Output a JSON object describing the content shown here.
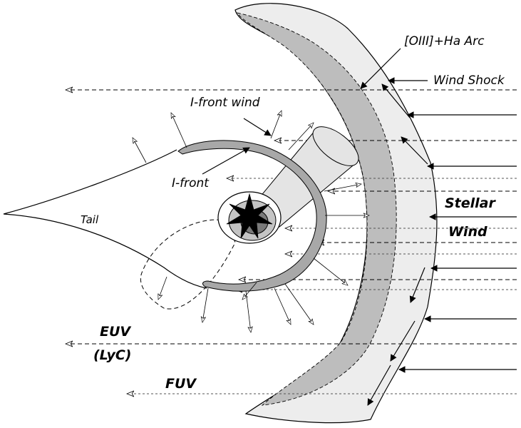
{
  "labels": {
    "oiii_arc": "[OIII]+Ha Arc",
    "wind_shock": "Wind Shock",
    "ifront_wind": "I-front wind",
    "ifront": "I-front",
    "tail": "Tail",
    "stellar": "Stellar",
    "wind": "Wind",
    "euv": "EUV",
    "lyc": "(LyC)",
    "fuv": "FUV"
  },
  "colors": {
    "shell_fill": "#ededed",
    "arc_fill": "#bdbdbd",
    "ring_fill": "#a8a8a8",
    "jet_fill": "#e4e4e4",
    "disk_outer": "#ffffff",
    "disk_mid": "#c4c4c4",
    "disk_inner": "#7a7a7a",
    "star": "#000000"
  },
  "icons": {
    "star": "star-icon",
    "arrow": "arrow-icon"
  }
}
